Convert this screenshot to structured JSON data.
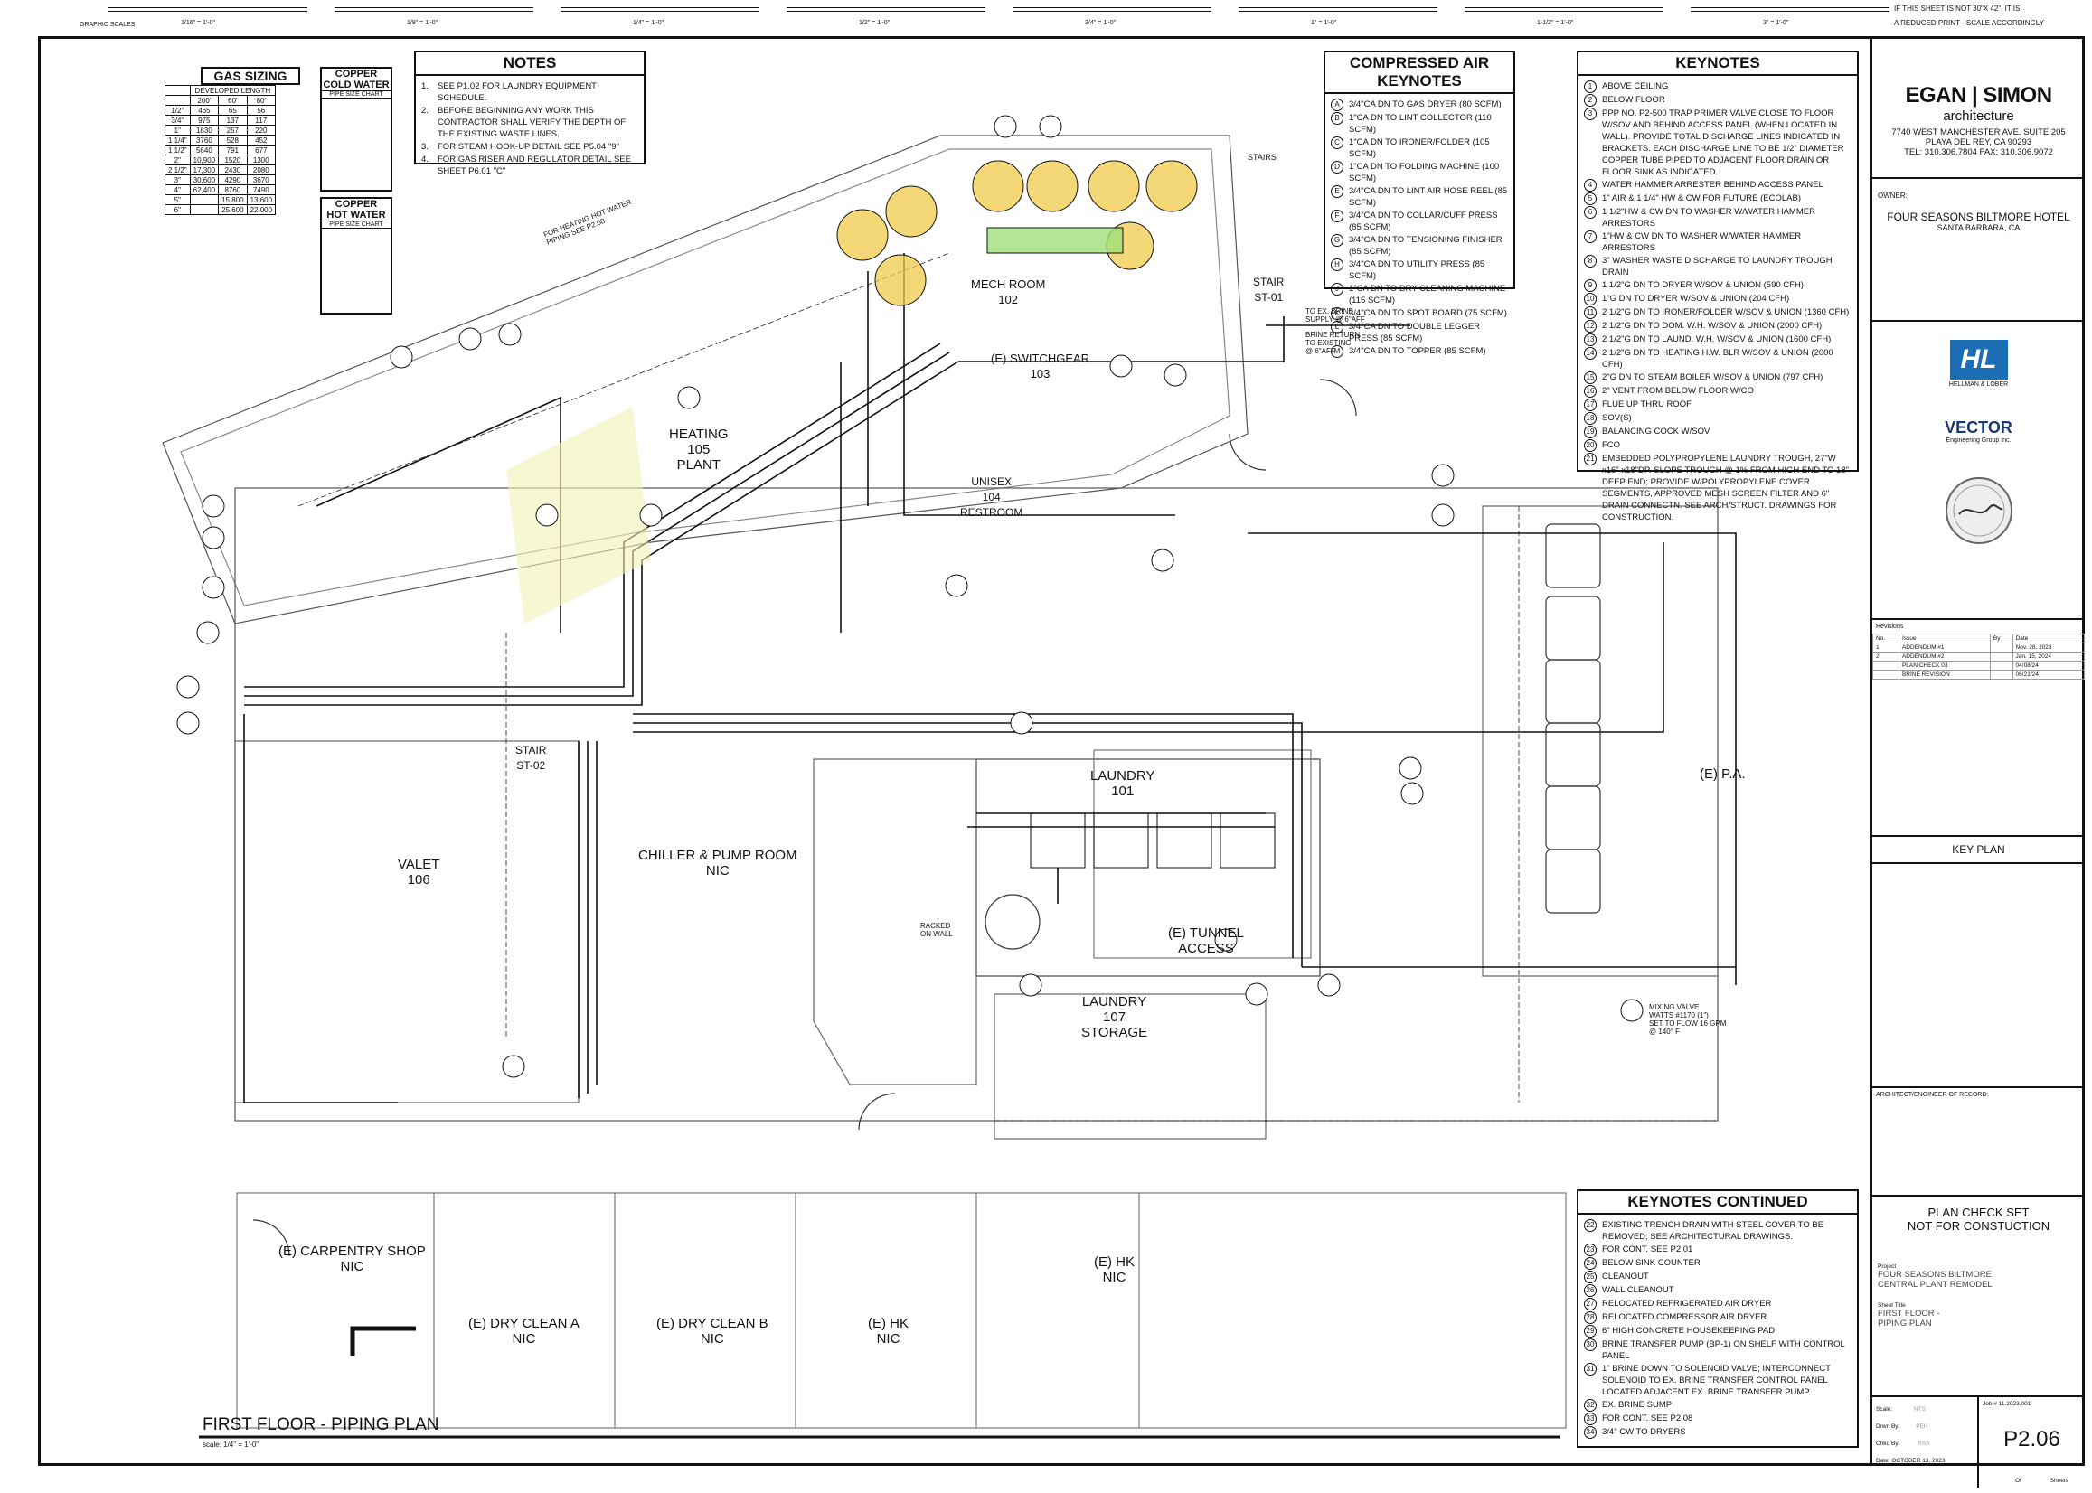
{
  "scale_bar": {
    "note_line1": "IF THIS SHEET IS NOT 30\"X 42\", IT IS",
    "note_line2": "A REDUCED PRINT - SCALE ACCORDINGLY",
    "graphic_scales": "GRAPHIC SCALES",
    "scales": [
      "1/16\" = 1'-0\"",
      "1/8\" = 1'-0\"",
      "1/4\" = 1'-0\"",
      "1/2\" = 1'-0\"",
      "3/4\" = 1'-0\"",
      "1\" = 1'-0\"",
      "1-1/2\" = 1'-0\"",
      "3\" = 1'-0\""
    ]
  },
  "gas_sizing": {
    "title": "GAS SIZING",
    "header": "DEVELOPED LENGTH",
    "cols": [
      "200'",
      "60'",
      "80'"
    ],
    "rows": [
      [
        "1/2\"",
        "465",
        "65",
        "56"
      ],
      [
        "3/4\"",
        "975",
        "137",
        "117"
      ],
      [
        "1\"",
        "1830",
        "257",
        "220"
      ],
      [
        "1 1/4\"",
        "3760",
        "528",
        "452"
      ],
      [
        "1 1/2\"",
        "5640",
        "791",
        "677"
      ],
      [
        "2\"",
        "10,900",
        "1520",
        "1300"
      ],
      [
        "2 1/2\"",
        "17,300",
        "2430",
        "2080"
      ],
      [
        "3\"",
        "30,600",
        "4290",
        "3670"
      ],
      [
        "4\"",
        "62,400",
        "8760",
        "7490"
      ],
      [
        "5\"",
        "",
        "15,800",
        "13,600"
      ],
      [
        "6\"",
        "",
        "25,600",
        "22,000"
      ]
    ]
  },
  "copper_cold": {
    "title1": "COPPER",
    "title2": "COLD WATER",
    "sub": "PIPE SIZE CHART"
  },
  "copper_hot": {
    "title1": "COPPER",
    "title2": "HOT WATER",
    "sub": "PIPE SIZE CHART"
  },
  "notes": {
    "title": "NOTES",
    "items": [
      "SEE P1.02 FOR LAUNDRY EQUIPMENT SCHEDULE.",
      "BEFORE BEGINNING ANY WORK THIS CONTRACTOR SHALL VERIFY THE DEPTH OF THE EXISTING WASTE LINES.",
      "FOR STEAM HOOK-UP DETAIL SEE P5.04 \"9\"",
      "FOR GAS RISER AND REGULATOR DETAIL SEE SHEET P6.01 \"C\""
    ]
  },
  "compressed_air": {
    "title": "COMPRESSED AIR KEYNOTES",
    "items": [
      {
        "k": "A",
        "t": "3/4\"CA DN TO GAS DRYER (80 SCFM)"
      },
      {
        "k": "B",
        "t": "1\"CA DN TO LINT COLLECTOR (110 SCFM)"
      },
      {
        "k": "C",
        "t": "1\"CA DN TO IRONER/FOLDER (105 SCFM)"
      },
      {
        "k": "D",
        "t": "1\"CA DN TO FOLDING MACHINE (100 SCFM)"
      },
      {
        "k": "E",
        "t": "3/4\"CA DN TO LINT AIR HOSE REEL (85 SCFM)"
      },
      {
        "k": "F",
        "t": "3/4\"CA DN TO COLLAR/CUFF PRESS (85 SCFM)"
      },
      {
        "k": "G",
        "t": "3/4\"CA DN TO TENSIONING FINISHER (85 SCFM)"
      },
      {
        "k": "H",
        "t": "3/4\"CA DN TO UTILITY PRESS (85 SCFM)"
      },
      {
        "k": "J",
        "t": "1\"CA DN TO DRY CLEANING MACHINE (115 SCFM)"
      },
      {
        "k": "K",
        "t": "3/4\"CA DN TO SPOT BOARD (75 SCFM)"
      },
      {
        "k": "L",
        "t": "3/4\"CA DN TO DOUBLE LEGGER PRESS (85 SCFM)"
      },
      {
        "k": "M",
        "t": "3/4\"CA DN TO TOPPER (85 SCFM)"
      }
    ]
  },
  "keynotes": {
    "title": "KEYNOTES",
    "items": [
      {
        "k": "1",
        "t": "ABOVE CEILING"
      },
      {
        "k": "2",
        "t": "BELOW FLOOR"
      },
      {
        "k": "3",
        "t": "PPP NO. P2-500 TRAP PRIMER VALVE CLOSE TO FLOOR W/SOV AND BEHIND ACCESS PANEL (WHEN LOCATED IN WALL). PROVIDE TOTAL DISCHARGE LINES INDICATED IN BRACKETS. EACH DISCHARGE LINE TO BE 1/2\" DIAMETER COPPER TUBE PIPED TO ADJACENT FLOOR DRAIN OR FLOOR SINK AS INDICATED."
      },
      {
        "k": "4",
        "t": "WATER HAMMER ARRESTER BEHIND ACCESS PANEL"
      },
      {
        "k": "5",
        "t": "1\" AIR & 1 1/4\" HW & CW FOR FUTURE (ECOLAB)"
      },
      {
        "k": "6",
        "t": "1 1/2\"HW & CW DN TO WASHER W/WATER HAMMER ARRESTORS"
      },
      {
        "k": "7",
        "t": "1\"HW & CW DN TO WASHER W/WATER HAMMER ARRESTORS"
      },
      {
        "k": "8",
        "t": "3\" WASHER WASTE DISCHARGE TO LAUNDRY TROUGH DRAIN"
      },
      {
        "k": "9",
        "t": "1 1/2\"G DN TO DRYER W/SOV & UNION (590 CFH)"
      },
      {
        "k": "10",
        "t": "1\"G DN TO DRYER W/SOV & UNION (204 CFH)"
      },
      {
        "k": "11",
        "t": "2 1/2\"G DN TO IRONER/FOLDER W/SOV & UNION (1360 CFH)"
      },
      {
        "k": "12",
        "t": "2 1/2\"G DN TO DOM. W.H. W/SOV & UNION (2000 CFH)"
      },
      {
        "k": "13",
        "t": "2 1/2\"G DN TO LAUND. W.H. W/SOV & UNION (1600 CFH)"
      },
      {
        "k": "14",
        "t": "2 1/2\"G DN TO HEATING H.W. BLR W/SOV & UNION (2000 CFH)"
      },
      {
        "k": "15",
        "t": "2\"G DN TO STEAM BOILER W/SOV & UNION (797 CFH)"
      },
      {
        "k": "16",
        "t": "2\" VENT FROM BELOW FLOOR W/CO"
      },
      {
        "k": "17",
        "t": "FLUE UP THRU ROOF"
      },
      {
        "k": "18",
        "t": "SOV(S)"
      },
      {
        "k": "19",
        "t": "BALANCING COCK W/SOV"
      },
      {
        "k": "20",
        "t": "FCO"
      },
      {
        "k": "21",
        "t": "EMBEDDED POLYPROPYLENE LAUNDRY TROUGH, 27\"W x16\" x18\"DP. SLOPE TROUGH @ 1% FROM HIGH END TO 18\" DEEP END; PROVIDE W/POLYPROPYLENE COVER SEGMENTS, APPROVED MESH SCREEN FILTER AND 6\" DRAIN CONNECTN. SEE ARCH/STRUCT. DRAWINGS FOR CONSTRUCTION."
      }
    ]
  },
  "keynotes_continued": {
    "title": "KEYNOTES CONTINUED",
    "items": [
      {
        "k": "22",
        "t": "EXISTING TRENCH DRAIN WITH STEEL COVER TO BE REMOVED; SEE ARCHITECTURAL DRAWINGS."
      },
      {
        "k": "23",
        "t": "FOR CONT. SEE P2.01"
      },
      {
        "k": "24",
        "t": "BELOW SINK COUNTER"
      },
      {
        "k": "25",
        "t": "CLEANOUT"
      },
      {
        "k": "26",
        "t": "WALL CLEANOUT"
      },
      {
        "k": "27",
        "t": "RELOCATED REFRIGERATED AIR DRYER"
      },
      {
        "k": "28",
        "t": "RELOCATED COMPRESSOR AIR DRYER"
      },
      {
        "k": "29",
        "t": "6\" HIGH CONCRETE HOUSEKEEPING PAD"
      },
      {
        "k": "30",
        "t": "BRINE TRANSFER PUMP (BP-1) ON SHELF WITH CONTROL PANEL"
      },
      {
        "k": "31",
        "t": "1\" BRINE DOWN TO SOLENOID VALVE; INTERCONNECT SOLENOID TO EX. BRINE TRANSFER CONTROL PANEL LOCATED ADJACENT EX. BRINE TRANSFER PUMP."
      },
      {
        "k": "32",
        "t": "EX. BRINE SUMP"
      },
      {
        "k": "33",
        "t": "FOR CONT. SEE P2.08"
      },
      {
        "k": "34",
        "t": "3/4\" CW TO DRYERS"
      }
    ]
  },
  "rooms": {
    "heating": "HEATING\n105\nPLANT",
    "mech": "MECH ROOM\n102",
    "switchgear": "(E) SWITCHGEAR\n103",
    "restroom": "UNISEX\n104\nRESTROOM",
    "laundry101": "LAUNDRY\n101",
    "chiller": "CHILLER & PUMP ROOM\nNIC",
    "valet": "VALET\n106",
    "tunnel": "(E) TUNNEL\nACCESS",
    "laundry107": "LAUNDRY\n107\nSTORAGE",
    "pa": "(E) P.A.",
    "carpentry": "(E) CARPENTRY SHOP\nNIC",
    "dryA": "(E) DRY CLEAN A\nNIC",
    "dryB": "(E) DRY CLEAN B\nNIC",
    "hk1": "(E) HK\nNIC",
    "hk2": "(E) HK\nNIC",
    "stair1": "STAIR\nST-01",
    "stair2": "STAIR\nST-02",
    "stairs": "STAIRS"
  },
  "annotations": {
    "brine": "TO EX. BRINE\nSUPPLY @ 6\"AFF",
    "brine_return": "BRINE RETURN\nTO EXISTING\n@ 6\"AFF",
    "mixing_valve": "MIXING VALVE\nWATTS #1170 (1\")\nSET TO FLOW 16 GPM\n@ 140° F",
    "racked": "RACKED\nON WALL",
    "heating_hw": "FOR HEATING HOT WATER\nPIPING SEE P2.08"
  },
  "drawing_title": {
    "title": "FIRST FLOOR - PIPING PLAN",
    "scale": "scale: 1/4\" = 1'-0\""
  },
  "title_block": {
    "firm_name": "EGAN | SIMON",
    "firm_sub": "architecture",
    "firm_address": "7740 WEST MANCHESTER AVE. SUITE 205",
    "firm_city": "PLAYA DEL REY, CA 90293",
    "firm_tel": "TEL: 310.306.7804   FAX: 310.306.9072",
    "owner_label": "OWNER:",
    "owner_name": "FOUR SEASONS BILTMORE HOTEL",
    "owner_city": "SANTA BARBARA, CA",
    "consultant1": "HELLMAN & LOBER",
    "consultant2": "VECTOR",
    "consultant2_sub": "Engineering Group Inc.",
    "revisions_label": "Revisions",
    "rev_cols": [
      "No.",
      "Issue",
      "By",
      "Date"
    ],
    "revisions": [
      [
        "1",
        "ADDENDUM #1",
        "",
        "Nov. 28, 2023"
      ],
      [
        "2",
        "ADDENDUM #2",
        "",
        "Jan. 15, 2024"
      ],
      [
        "",
        "PLAN CHECK 03",
        "",
        "04/08/24"
      ],
      [
        "",
        "BRINE REVISION",
        "",
        "06/21/24"
      ]
    ],
    "key_plan": "KEY PLAN",
    "architect_label": "ARCHITECT/ENGINEER OF RECORD:",
    "plan_check": "PLAN CHECK SET\nNOT FOR CONSTUCTION",
    "project_label": "Project",
    "project_name": "FOUR SEASONS BILTMORE\nCENTRAL PLANT REMODEL",
    "sheet_title_label": "Sheet Title",
    "sheet_title": "FIRST FLOOR -\nPIPING PLAN",
    "scale_label": "Scale:",
    "scale_val": "NTS",
    "job_label": "Job #",
    "job_val": "11.2023.001",
    "drawn_label": "Drwn By:",
    "drawn_val": "PEH",
    "chkd_label": "Chkd By:",
    "chkd_val": "RSA",
    "date_label": "Date:",
    "date_val": "OCTOBER 13, 2023",
    "sheet_no": "P2.06",
    "of_label": "Of",
    "sheets_label": "Sheets"
  }
}
